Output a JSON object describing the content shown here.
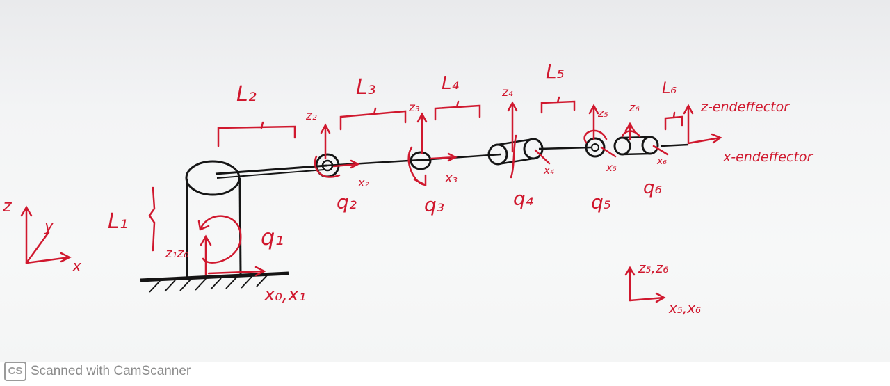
{
  "diagram": {
    "link_labels": {
      "L1": "L₁",
      "L2": "L₂",
      "L3": "L₃",
      "L4": "L₄",
      "L5": "L₅",
      "L6": "L₆"
    },
    "joint_labels": {
      "q1": "q₁",
      "q2": "q₂",
      "q3": "q₃",
      "q4": "q₄",
      "q5": "q₅",
      "q6": "q₆"
    },
    "z_axis_labels": {
      "z0z1": "z₁z₀",
      "z2": "z₂",
      "z3": "z₃",
      "z4": "z₄",
      "z5": "z₅",
      "z6": "z₆",
      "z_end": "z-endeffector"
    },
    "x_axis_labels": {
      "x0x1": "x₀,x₁",
      "x2": "x₂",
      "x3": "x₃",
      "x4": "x₄",
      "x5": "x₅",
      "x6": "x₆",
      "x_end": "x-endeffector"
    },
    "world_frame": {
      "z": "z",
      "y": "y",
      "x": "x"
    },
    "legend_frame": {
      "z": "z₅,z₆",
      "x": "x₅,x₆"
    }
  },
  "watermark": {
    "logo": "CS",
    "text": "Scanned with CamScanner"
  }
}
